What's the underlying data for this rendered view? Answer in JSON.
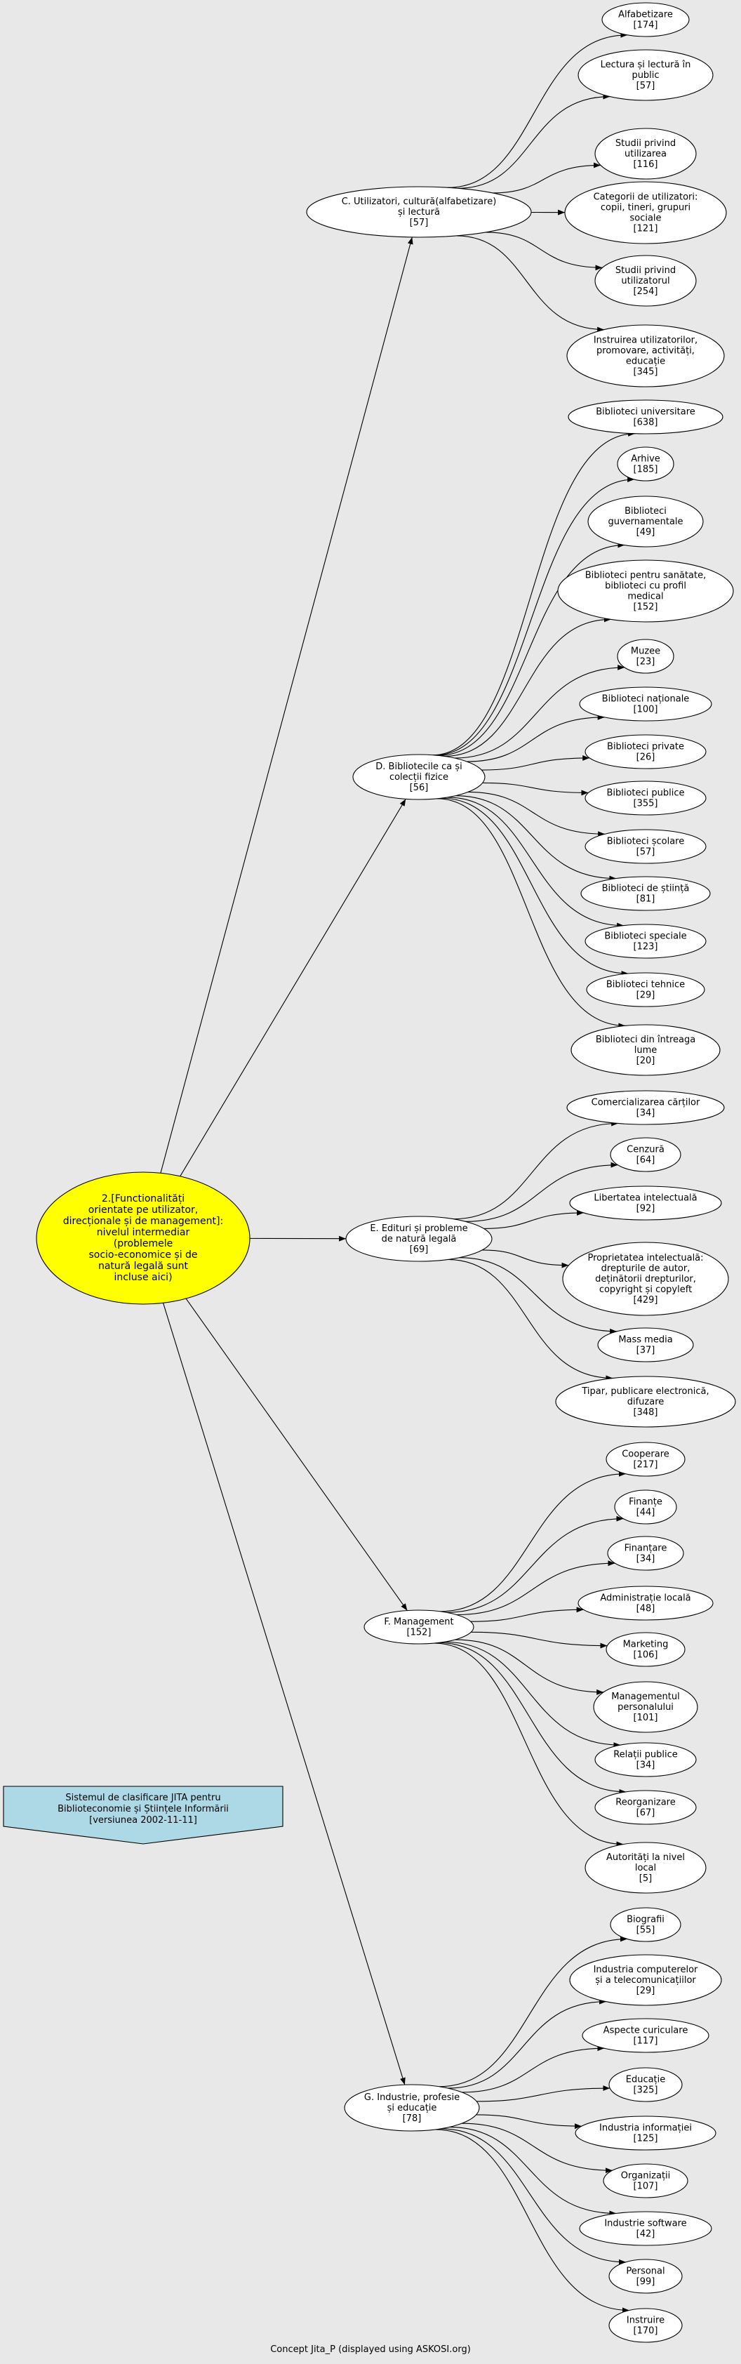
{
  "colors": {
    "background": "#e8e8e8",
    "root_fill": "#ffff00",
    "node_fill": "#ffffff",
    "legend_fill": "#add8e6"
  },
  "root": {
    "lines": [
      "2.[Functionalități",
      "orientate pe utilizator,",
      "direcționale și de management]:",
      "nivelul intermediar",
      "(problemele",
      "socio-economice și de",
      "natură legală sunt",
      "incluse aici)"
    ]
  },
  "legend": {
    "lines": [
      "Sistemul de clasificare JITA pentru",
      "Biblioteconomie și Științele Informării",
      "[versiunea 2002-11-11]"
    ]
  },
  "footer": "Concept Jita_P (displayed using ASKOSI.org)",
  "categories": [
    {
      "id": "C",
      "lines": [
        "C. Utilizatori, cultură(alfabetizare)",
        "și lectură",
        "[57]"
      ],
      "children": [
        {
          "lines": [
            "Alfabetizare",
            "[174]"
          ]
        },
        {
          "lines": [
            "Lectura și lectură în",
            "public",
            "[57]"
          ]
        },
        {
          "lines": [
            "Studii privind",
            "utilizarea",
            "[116]"
          ]
        },
        {
          "lines": [
            "Categorii de utilizatori:",
            "copii, tineri, grupuri",
            "sociale",
            "[121]"
          ]
        },
        {
          "lines": [
            "Studii privind",
            "utilizatorul",
            "[254]"
          ]
        },
        {
          "lines": [
            "Instruirea utilizatorilor,",
            "promovare, activități,",
            "educație",
            "[345]"
          ]
        }
      ]
    },
    {
      "id": "D",
      "lines": [
        "D. Bibliotecile ca și",
        "colecții fizice",
        "[56]"
      ],
      "children": [
        {
          "lines": [
            "Biblioteci universitare",
            "[638]"
          ]
        },
        {
          "lines": [
            "Arhive",
            "[185]"
          ]
        },
        {
          "lines": [
            "Biblioteci",
            "guvernamentale",
            "[49]"
          ]
        },
        {
          "lines": [
            "Biblioteci pentru sanătate,",
            "biblioteci cu profil",
            "medical",
            "[152]"
          ]
        },
        {
          "lines": [
            "Muzee",
            "[23]"
          ]
        },
        {
          "lines": [
            "Biblioteci naționale",
            "[100]"
          ]
        },
        {
          "lines": [
            "Biblioteci private",
            "[26]"
          ]
        },
        {
          "lines": [
            "Biblioteci publice",
            "[355]"
          ]
        },
        {
          "lines": [
            "Biblioteci școlare",
            "[57]"
          ]
        },
        {
          "lines": [
            "Biblioteci de știință",
            "[81]"
          ]
        },
        {
          "lines": [
            "Biblioteci speciale",
            "[123]"
          ]
        },
        {
          "lines": [
            "Biblioteci tehnice",
            "[29]"
          ]
        },
        {
          "lines": [
            "Biblioteci din întreaga",
            "lume",
            "[20]"
          ]
        }
      ]
    },
    {
      "id": "E",
      "lines": [
        "E. Edituri și probleme",
        "de natură legală",
        "[69]"
      ],
      "children": [
        {
          "lines": [
            "Comercializarea cărților",
            "[34]"
          ]
        },
        {
          "lines": [
            "Cenzură",
            "[64]"
          ]
        },
        {
          "lines": [
            "Libertatea intelectuală",
            "[92]"
          ]
        },
        {
          "lines": [
            "Proprietatea intelectuală:",
            "drepturile de autor,",
            "deținătorii drepturilor,",
            "copyright și copyleft",
            "[429]"
          ]
        },
        {
          "lines": [
            "Mass media",
            "[37]"
          ]
        },
        {
          "lines": [
            "Tipar, publicare electronică,",
            "difuzare",
            "[348]"
          ]
        }
      ]
    },
    {
      "id": "F",
      "lines": [
        "F. Management",
        "[152]"
      ],
      "children": [
        {
          "lines": [
            "Cooperare",
            "[217]"
          ]
        },
        {
          "lines": [
            "Finanțe",
            "[44]"
          ]
        },
        {
          "lines": [
            "Finanțare",
            "[34]"
          ]
        },
        {
          "lines": [
            "Administrație locală",
            "[48]"
          ]
        },
        {
          "lines": [
            "Marketing",
            "[106]"
          ]
        },
        {
          "lines": [
            "Managementul",
            "personalului",
            "[101]"
          ]
        },
        {
          "lines": [
            "Relații publice",
            "[34]"
          ]
        },
        {
          "lines": [
            "Reorganizare",
            "[67]"
          ]
        },
        {
          "lines": [
            "Autorități la nivel",
            "local",
            "[5]"
          ]
        }
      ]
    },
    {
      "id": "G",
      "lines": [
        "G. Industrie, profesie",
        "și educație",
        "[78]"
      ],
      "children": [
        {
          "lines": [
            "Biografii",
            "[55]"
          ]
        },
        {
          "lines": [
            "Industria computerelor",
            "și a telecomunicațiilor",
            "[29]"
          ]
        },
        {
          "lines": [
            "Aspecte curiculare",
            "[117]"
          ]
        },
        {
          "lines": [
            "Educație",
            "[325]"
          ]
        },
        {
          "lines": [
            "Industria informației",
            "[125]"
          ]
        },
        {
          "lines": [
            "Organizații",
            "[107]"
          ]
        },
        {
          "lines": [
            "Industrie software",
            "[42]"
          ]
        },
        {
          "lines": [
            "Personal",
            "[99]"
          ]
        },
        {
          "lines": [
            "Instruire",
            "[170]"
          ]
        }
      ]
    }
  ]
}
